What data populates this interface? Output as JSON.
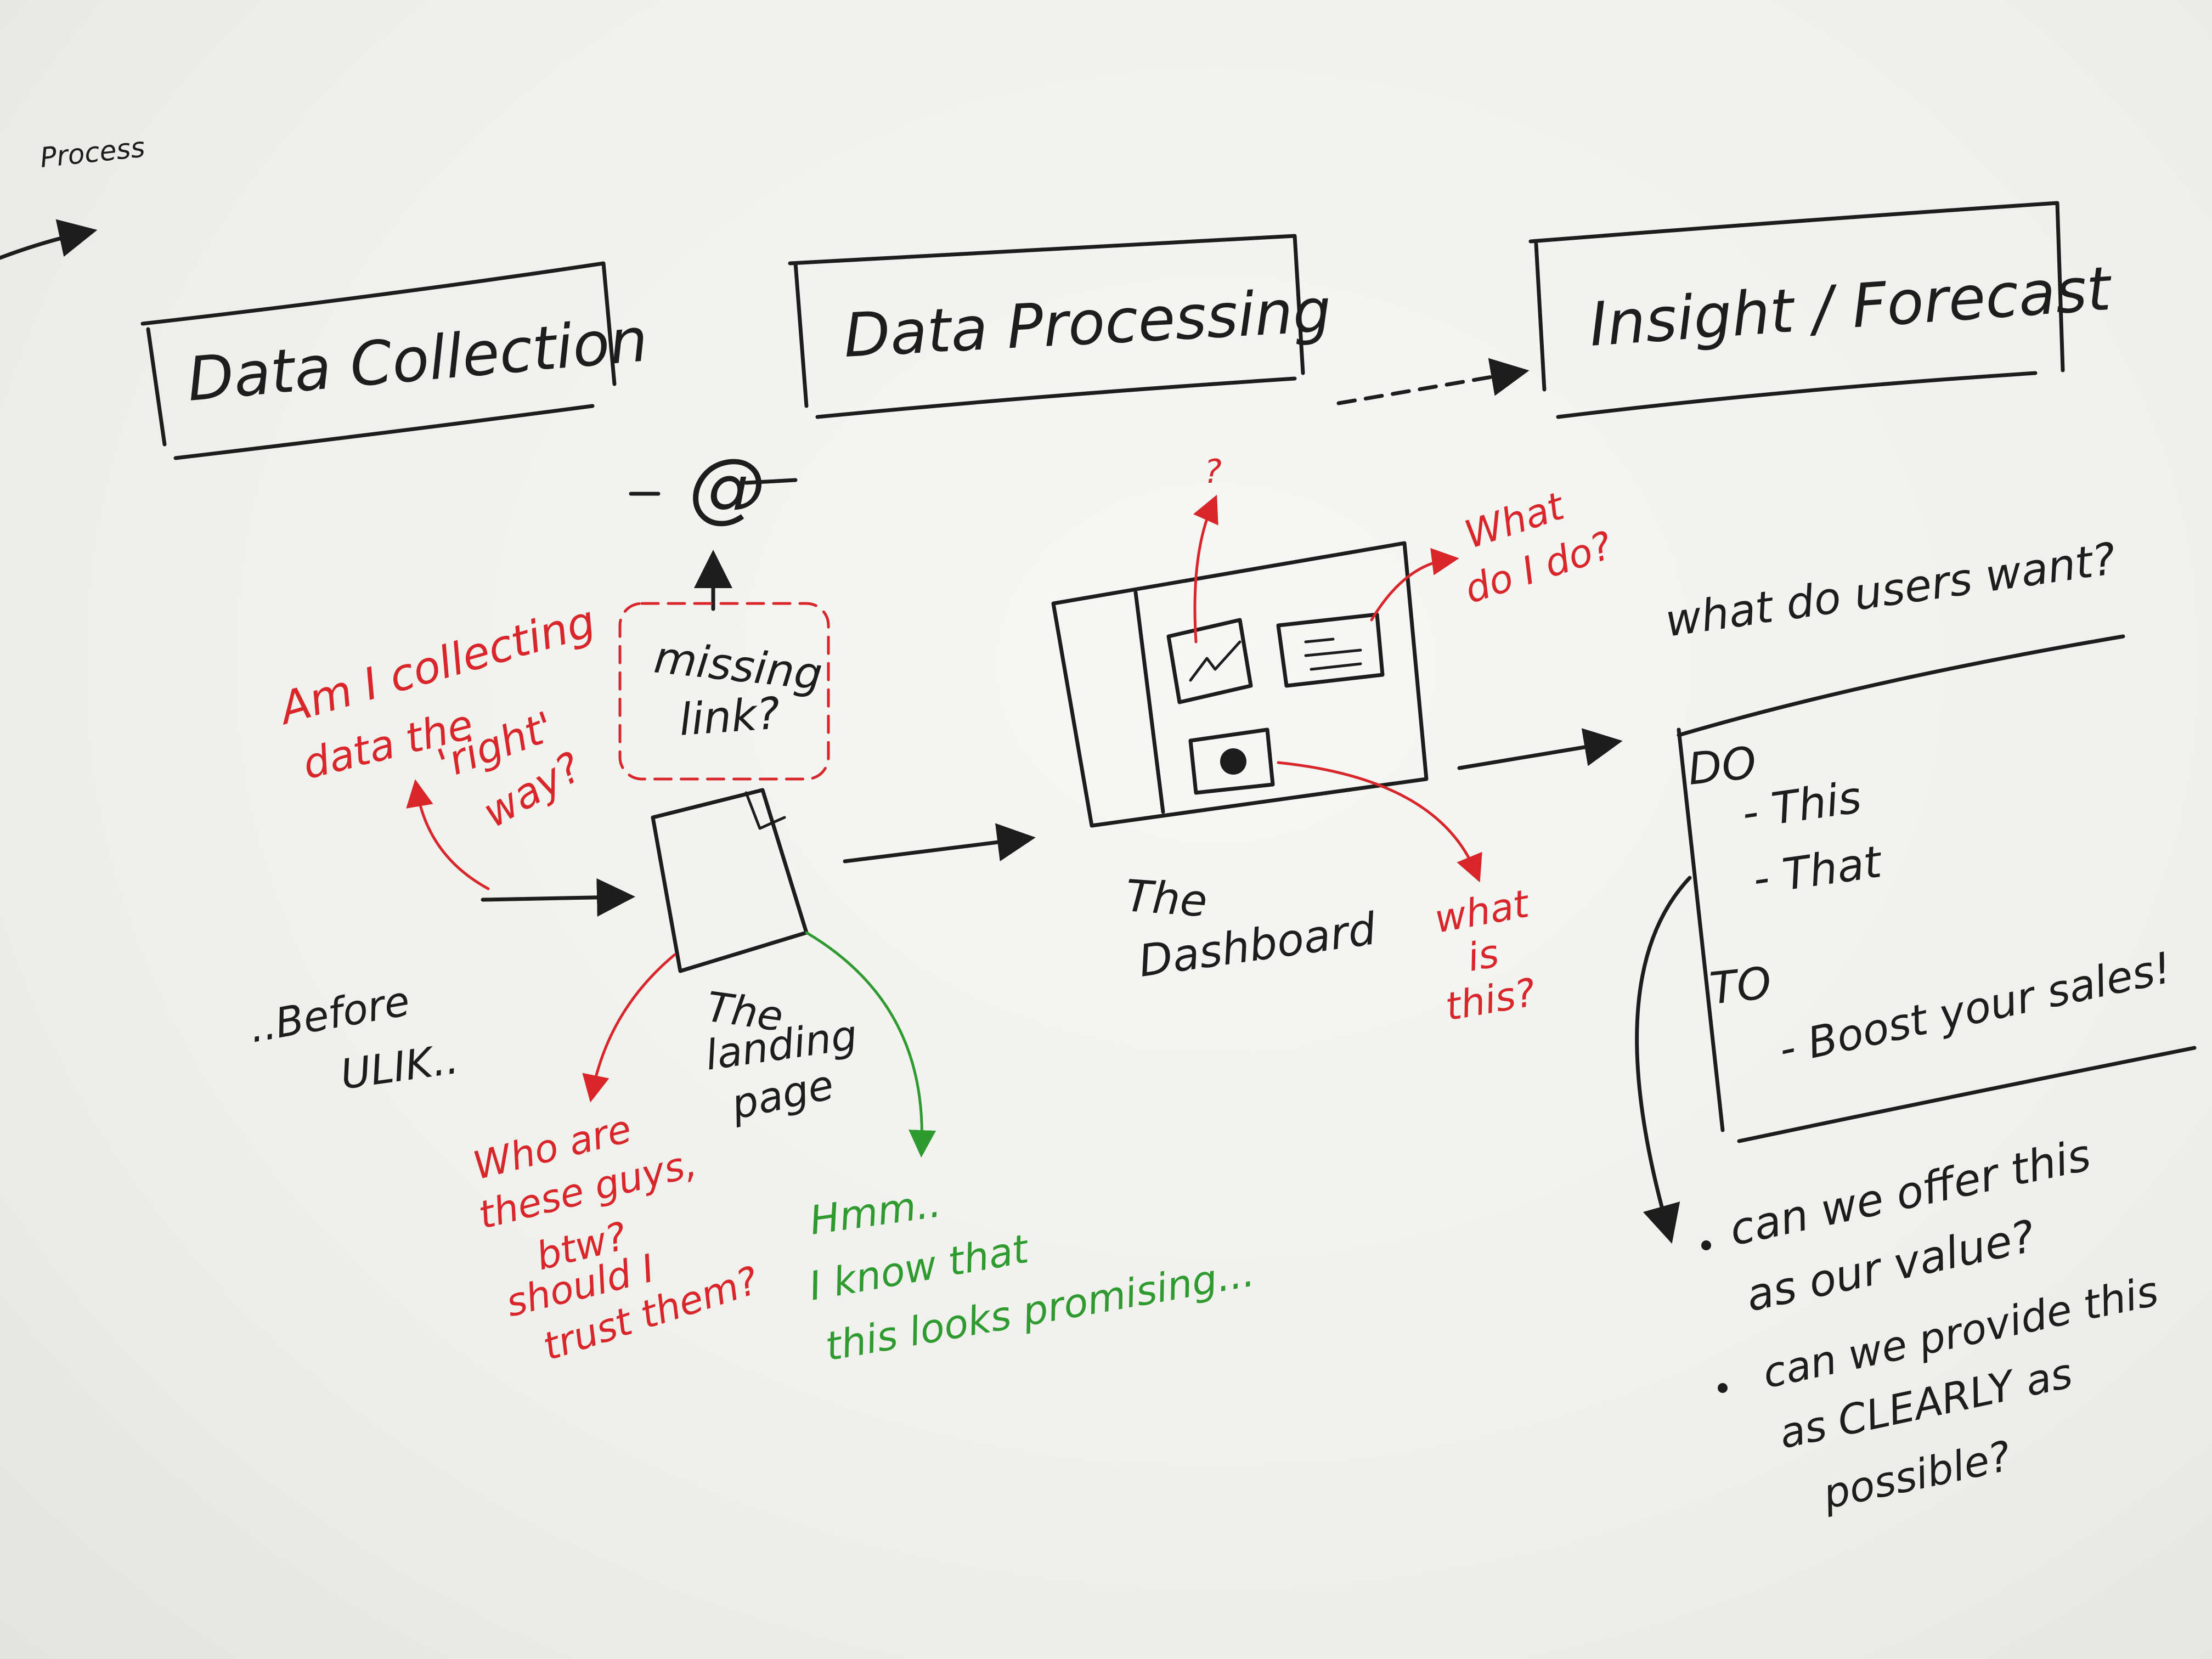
{
  "process_label": "Process",
  "stages": [
    {
      "label": "Data Collection"
    },
    {
      "label": "Data Processing"
    },
    {
      "label": "Insight / Forecast"
    }
  ],
  "missing_link": {
    "symbol": "@",
    "line1": "missing",
    "line2": "link?"
  },
  "landing_page": {
    "line1": "The",
    "line2": "landing",
    "line3": "page"
  },
  "dashboard": {
    "line1": "The",
    "line2": "Dashboard"
  },
  "before_ulik": {
    "line1": "..Before",
    "line2": "ULIK.."
  },
  "question_collecting": {
    "line1": "Am I collecting",
    "line2": "data the",
    "line3": "'right'",
    "line4": "way?"
  },
  "question_who": {
    "line1": "Who are",
    "line2": "these guys,",
    "line3": "btw?",
    "line4": "should I",
    "line5": "trust them?"
  },
  "hmm_note": {
    "line1": "Hmm..",
    "line2": "I know that",
    "line3": "this looks promising..."
  },
  "dashboard_notes": {
    "top": "?",
    "what_do": "What",
    "what_do2": "do I do?",
    "what_is1": "what",
    "what_is2": "is",
    "what_is3": "this?"
  },
  "users_want": "what do users want?",
  "todo": {
    "do_label": "DO",
    "do_items": [
      "- This",
      "- That"
    ],
    "to_label": "TO",
    "to_items": [
      "- Boost your sales!"
    ]
  },
  "bullets": [
    {
      "line1": "can we offer this",
      "line2": "as our value?"
    },
    {
      "line1": "can we provide this",
      "line2": "as CLEARLY as",
      "line3": "possible?"
    }
  ],
  "colors": {
    "ink": "#1d1d1d",
    "red": "#d9262b",
    "green": "#2f9a2f",
    "paper": "#f3f3f1"
  }
}
